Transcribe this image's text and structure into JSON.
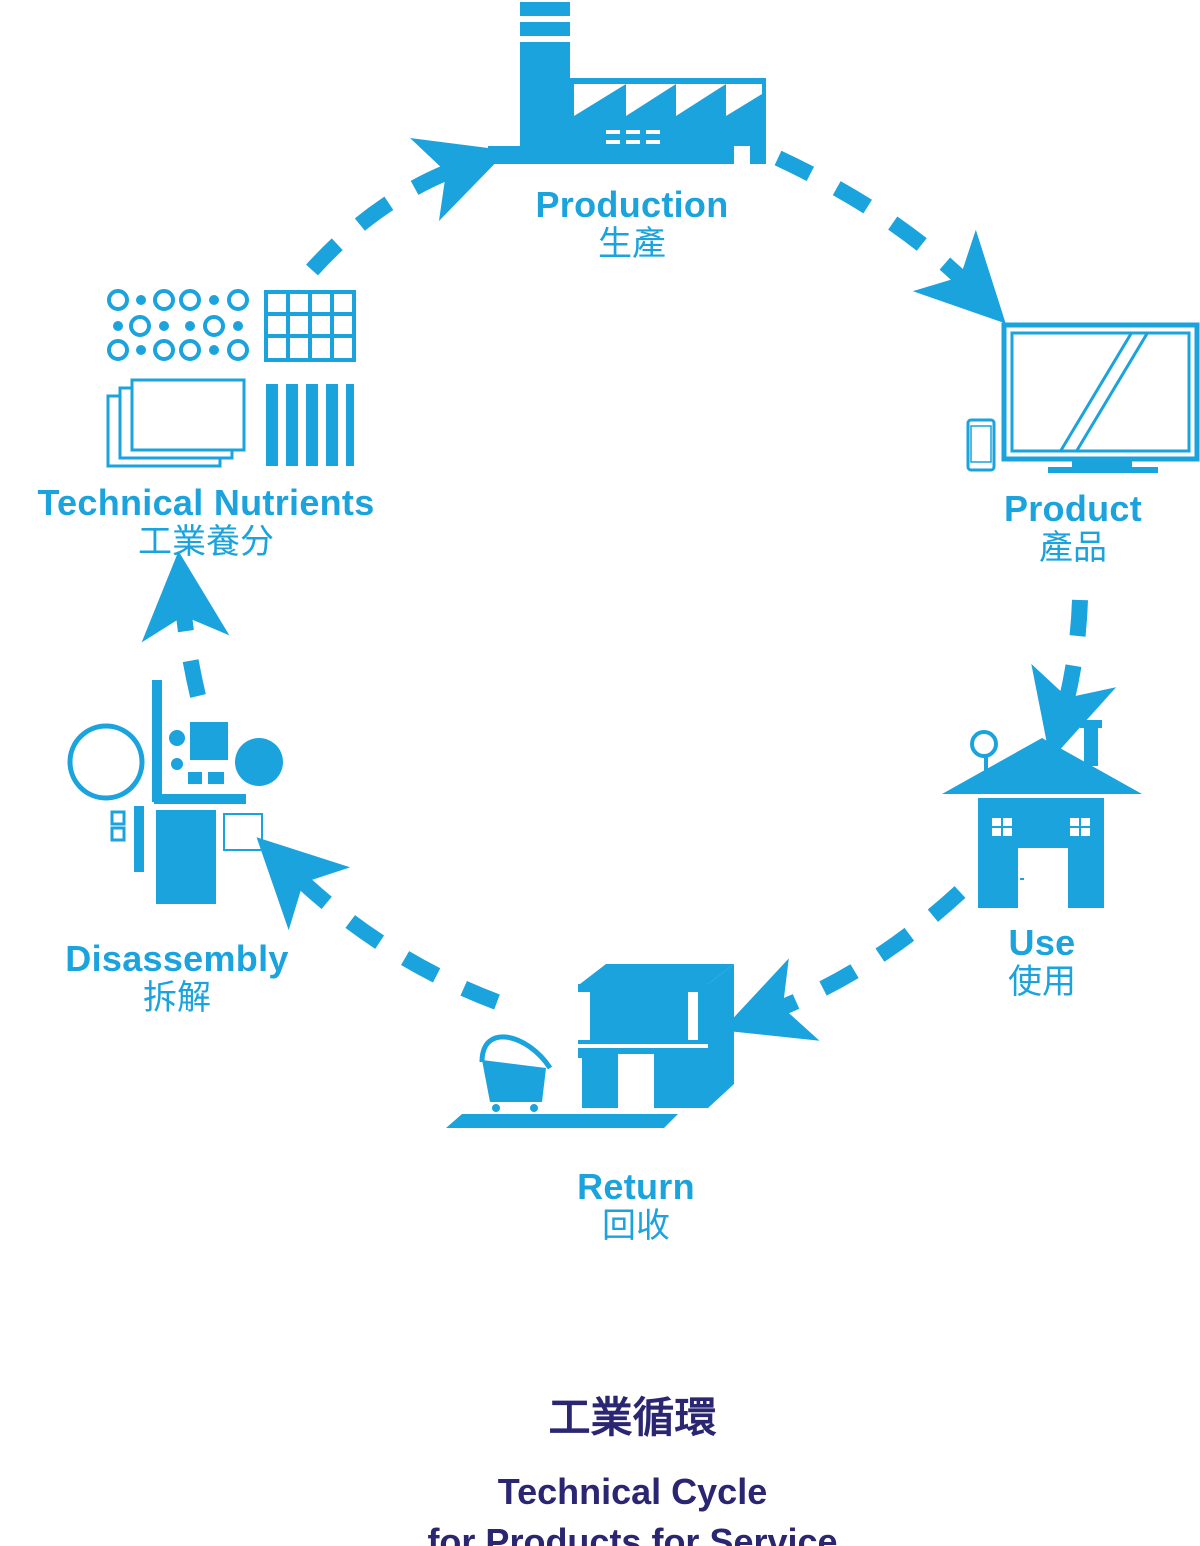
{
  "colors": {
    "accent": "#1aa3dd",
    "title": "#2b2672",
    "background": "#ffffff"
  },
  "stages": {
    "production": {
      "en": "Production",
      "zh": "生產",
      "icon": "factory-icon"
    },
    "product": {
      "en": "Product",
      "zh": "產品",
      "icon": "monitor-phone-icon"
    },
    "use": {
      "en": "Use",
      "zh": "使用",
      "icon": "house-icon"
    },
    "return": {
      "en": "Return",
      "zh": "回收",
      "icon": "store-cart-icon"
    },
    "disassembly": {
      "en": "Disassembly",
      "zh": "拆解",
      "icon": "parts-icon"
    },
    "nutrients": {
      "en": "Technical Nutrients",
      "zh": "工業養分",
      "icon": "materials-icon"
    }
  },
  "title": {
    "zh": "工業循環",
    "en_line1": "Technical Cycle",
    "en_line2": "for Products for Service"
  }
}
